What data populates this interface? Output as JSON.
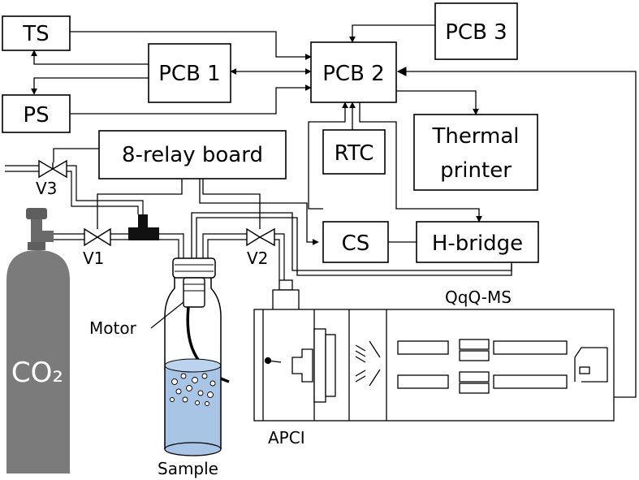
{
  "diagram": {
    "boxes": {
      "ts": "TS",
      "ps": "PS",
      "pcb1": "PCB 1",
      "pcb2": "PCB 2",
      "pcb3": "PCB 3",
      "relay": "8-relay board",
      "rtc": "RTC",
      "thermal_line1": "Thermal",
      "thermal_line2": "printer",
      "cs": "CS",
      "hbridge": "H-bridge"
    },
    "valves": {
      "v1": "V1",
      "v2": "V2",
      "v3": "V3"
    },
    "labels": {
      "motor": "Motor",
      "sample": "Sample",
      "co2": "CO₂",
      "apci": "APCI",
      "qqq": "QqQ-MS"
    },
    "colors": {
      "line": "#000000",
      "liquid": "#a9c5e6",
      "cylinder": "#7b7b7b",
      "cylinder_dark": "#5e5e5e",
      "cylinder_text": "#ffffff"
    }
  }
}
